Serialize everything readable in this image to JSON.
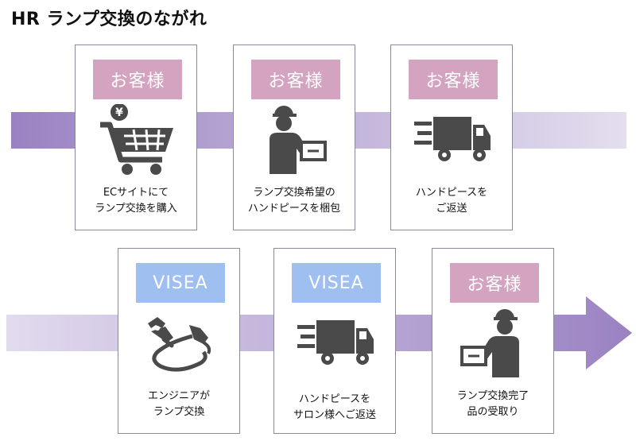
{
  "title": "HR ランプ交換のながれ",
  "colors": {
    "customer_label_bg": "#d3a3bf",
    "visea_label_bg": "#9fbff0",
    "icon": "#4a4a4a",
    "band_dark": "#9a82c2",
    "band_light": "#dcd5ec"
  },
  "steps_row1": [
    {
      "label": "お客様",
      "icon": "cart-yen-icon",
      "caption": [
        "ECサイトにて",
        "ランプ交換を購入"
      ]
    },
    {
      "label": "お客様",
      "icon": "person-packing-box-icon",
      "caption": [
        "ランプ交換希望の",
        "ハンドピースを梱包"
      ]
    },
    {
      "label": "お客様",
      "icon": "delivery-truck-icon",
      "caption": [
        "ハンドピースを",
        "ご返送"
      ]
    }
  ],
  "steps_row2": [
    {
      "label": "VISEA",
      "icon": "engineer-tools-icon",
      "caption": [
        "エンジニアが",
        "ランプ交換"
      ]
    },
    {
      "label": "VISEA",
      "icon": "delivery-truck-icon",
      "caption": [
        "ハンドピースを",
        "サロン様へご返送"
      ]
    },
    {
      "label": "お客様",
      "icon": "person-receiving-box-icon",
      "caption": [
        "ランプ交換完了",
        "品の受取り"
      ]
    }
  ]
}
